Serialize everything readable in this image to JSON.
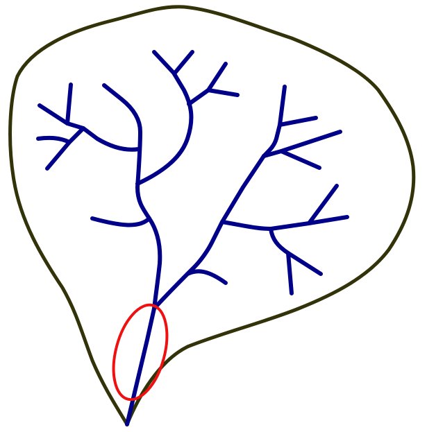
{
  "diagram": {
    "type": "drainage-basin",
    "elements": {
      "watershed_boundary": {
        "icon": "watershed-boundary-outline"
      },
      "stream_network": {
        "icon": "dendritic-stream-network"
      },
      "outlet_highlight": {
        "icon": "outlet-ellipse-marker"
      }
    },
    "colors": {
      "background": "#ffffff",
      "boundary": "#33330a",
      "stream": "#000088",
      "highlight": "#ee1111"
    }
  }
}
